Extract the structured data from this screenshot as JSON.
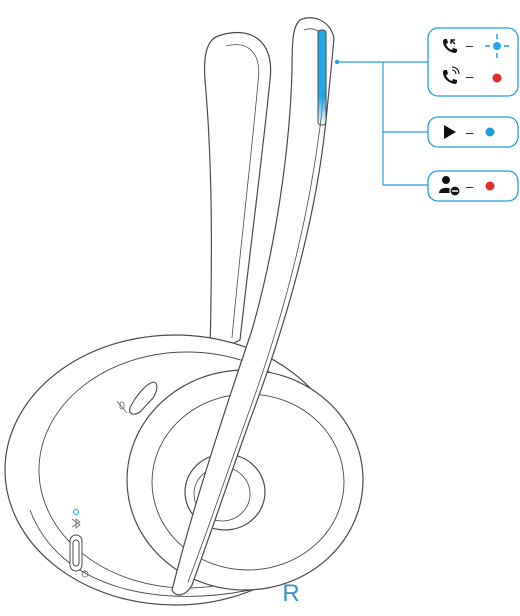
{
  "side_label": "R",
  "colors": {
    "outline": "#4a4a4a",
    "light_blue": "#21a8e6",
    "blue": "#1f9fdf",
    "red": "#e42b2b",
    "box_stroke": "#1f9fdf",
    "label": "#3a8fd0"
  },
  "legend": [
    {
      "id": "led-call",
      "rows": [
        {
          "icon": "incoming-call-icon",
          "led": "light-blue-flashing"
        },
        {
          "icon": "active-call-icon",
          "led": "red-solid"
        }
      ]
    },
    {
      "id": "led-media",
      "rows": [
        {
          "icon": "play-icon",
          "led": "blue-solid"
        }
      ]
    },
    {
      "id": "led-busy",
      "rows": [
        {
          "icon": "do-not-disturb-icon",
          "led": "red-solid"
        }
      ]
    }
  ],
  "device_icons": [
    "mute-icon",
    "bluetooth-icon",
    "power-icon"
  ]
}
